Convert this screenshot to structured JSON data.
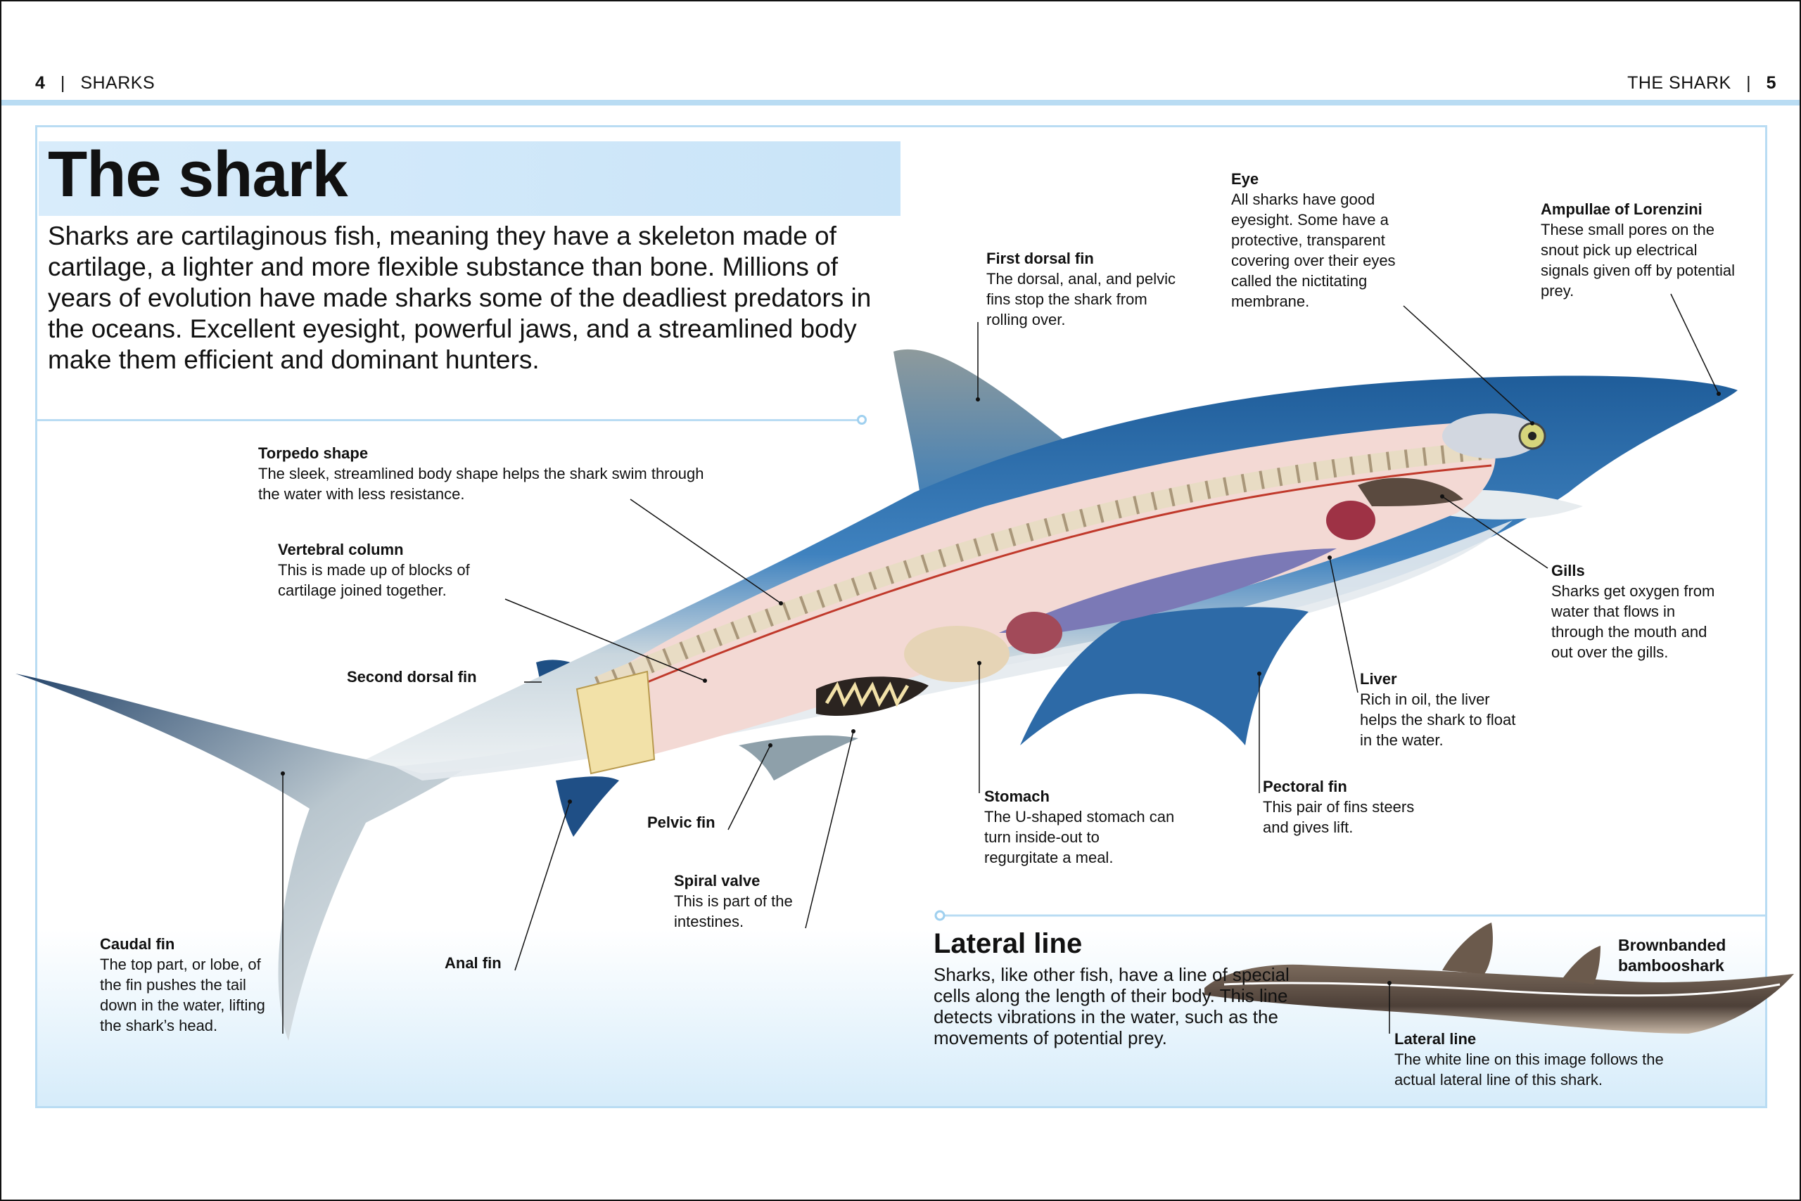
{
  "header": {
    "left_page_num": "4",
    "left_section": "SHARKS",
    "right_section": "THE SHARK",
    "right_page_num": "5",
    "separator": "|"
  },
  "title": "The shark",
  "intro": "Sharks are cartilaginous fish, meaning they have a skeleton made of cartilage, a lighter and more flexible substance than bone. Millions of years of evolution have made sharks some of the deadliest predators in the oceans. Excellent eyesight, powerful jaws, and a streamlined body make them efficient and dominant hunters.",
  "labels": {
    "first_dorsal": {
      "title": "First dorsal fin",
      "text": "The dorsal, anal, and pelvic fins stop the shark from rolling over."
    },
    "eye": {
      "title": "Eye",
      "text": "All sharks have good eyesight. Some have a protective, transparent covering over their eyes called the nictitating membrane."
    },
    "ampullae": {
      "title": "Ampullae of Lorenzini",
      "text": "These small pores on the snout pick up electrical signals given off by potential prey."
    },
    "torpedo": {
      "title": "Torpedo shape",
      "text": "The sleek, streamlined body shape helps the shark swim through the water with less resistance."
    },
    "vertebral": {
      "title": "Vertebral column",
      "text": "This is made up of blocks of cartilage joined together."
    },
    "gills": {
      "title": "Gills",
      "text": "Sharks get oxygen from water that flows in through the mouth and out over the gills."
    },
    "second_dorsal": {
      "title": "Second dorsal fin"
    },
    "liver": {
      "title": "Liver",
      "text": "Rich in oil, the liver helps the shark to float in the water."
    },
    "pectoral": {
      "title": "Pectoral fin",
      "text": "This pair of fins steers and gives lift."
    },
    "stomach": {
      "title": "Stomach",
      "text": "The U-shaped stomach can turn inside-out to regurgitate a meal."
    },
    "pelvic": {
      "title": "Pelvic fin"
    },
    "spiral": {
      "title": "Spiral valve",
      "text": "This is part of the intestines."
    },
    "caudal": {
      "title": "Caudal fin",
      "text": "The top part, or lobe, of the fin pushes the tail down in the water, lifting the shark’s head."
    },
    "anal": {
      "title": "Anal fin"
    }
  },
  "lateral": {
    "title": "Lateral line",
    "text": "Sharks, like other fish, have a line of special cells along the length of their body. This line detects vibrations in the water, such as the movements of potential prey.",
    "species": "Brownbanded bambooshark",
    "caption_title": "Lateral line",
    "caption_text": "The white line on this image follows the actual lateral line of this shark."
  },
  "colors": {
    "accent_blue": "#b9dcf3",
    "shark_blue": "#2f6aa5",
    "shark_belly": "#dfe6ea",
    "interior_pink": "#f3d9d4"
  }
}
